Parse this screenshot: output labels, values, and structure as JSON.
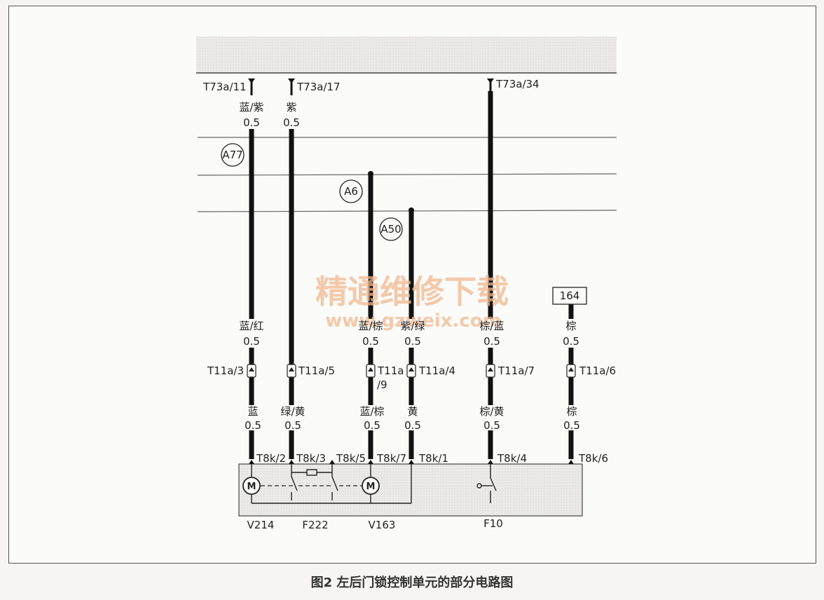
{
  "caption": "图2 左后门锁控制单元的部分电路图",
  "watermark": {
    "cn": "精通维修下载",
    "url": "www.gzweix.com"
  },
  "top_connectors": [
    "T73a/11",
    "T73a/17",
    "T73a/34"
  ],
  "splices": [
    "A77",
    "A6",
    "A50"
  ],
  "ref_box": "164",
  "wires": [
    {
      "id": "w1",
      "top_color": "蓝/紫",
      "top_gauge": "0.5",
      "mid_color": "蓝/红",
      "mid_gauge": "0.5",
      "inline_conn": "T11a/3",
      "bot_color": "蓝",
      "bot_gauge": "0.5",
      "end_pin": "T8k/2"
    },
    {
      "id": "w2",
      "top_color": "紫",
      "top_gauge": "0.5",
      "mid_color": "",
      "mid_gauge": "",
      "inline_conn": "T11a/5",
      "bot_color": "绿/黄",
      "bot_gauge": "0.5",
      "end_pin": "T8k/3"
    },
    {
      "id": "w3",
      "top_color": "",
      "top_gauge": "",
      "mid_color": "蓝/棕",
      "mid_gauge": "0.5",
      "inline_conn": "T11a/9",
      "bot_color": "蓝/棕",
      "bot_gauge": "0.5",
      "end_pin": "T8k/7"
    },
    {
      "id": "w4",
      "top_color": "",
      "top_gauge": "",
      "mid_color": "紫/绿",
      "mid_gauge": "0.5",
      "inline_conn": "T11a/4",
      "bot_color": "黄",
      "bot_gauge": "0.5",
      "end_pin": "T8k/1"
    },
    {
      "id": "w5",
      "top_color": "",
      "top_gauge": "",
      "mid_color": "棕/蓝",
      "mid_gauge": "0.5",
      "inline_conn": "T11a/7",
      "bot_color": "棕/黄",
      "bot_gauge": "0.5",
      "end_pin": "T8k/4"
    },
    {
      "id": "w6",
      "top_color": "",
      "top_gauge": "",
      "mid_color": "棕",
      "mid_gauge": "0.5",
      "inline_conn": "T11a/6",
      "bot_color": "棕",
      "bot_gauge": "0.5",
      "end_pin": "T8k/6"
    }
  ],
  "extra_pin": "T8k/5",
  "components": [
    "V214",
    "F222",
    "V163",
    "F10"
  ]
}
